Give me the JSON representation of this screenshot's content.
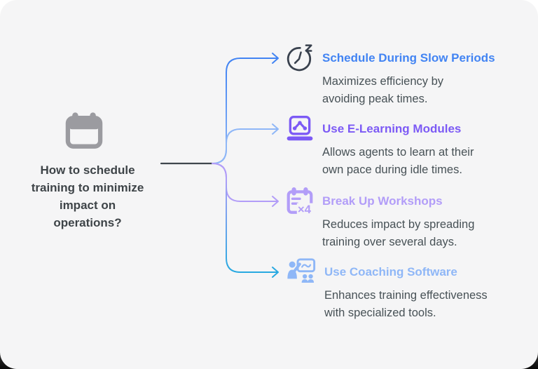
{
  "card": {
    "background": "#f5f5f6"
  },
  "root": {
    "icon": "calendar-icon",
    "icon_color": "#9b9ba0",
    "question": "How to schedule\ntraining to minimize\nimpact on\noperations?",
    "text_color": "#3e4448",
    "stem_color": "#3f464d"
  },
  "branches": [
    {
      "title": "Schedule During Slow Periods",
      "description": "Maximizes efficiency by\navoiding peak times.",
      "color": "#4284f3",
      "icon": "snooze-clock-icon",
      "icon_color": "#39414e",
      "line_color_start": "#8fb7f7",
      "line_color_end": "#4284f3",
      "arrow_color": "#4284f3"
    },
    {
      "title": "Use E-Learning Modules",
      "description": "Allows agents to learn at their\nown pace during idle times.",
      "color": "#7c5af5",
      "icon": "elearning-laptop-icon",
      "icon_color": "#7c5af5",
      "line_color": "#8fb7f7",
      "arrow_color": "#8fb7f7"
    },
    {
      "title": "Break Up Workshops",
      "description": "Reduces impact by spreading\ntraining over several days.",
      "color": "#b29df8",
      "icon": "calendar-x4-icon",
      "icon_color": "#b29df8",
      "line_color": "#b29df8",
      "arrow_color": "#b29df8"
    },
    {
      "title": "Use Coaching Software",
      "description": "Enhances training effectiveness\nwith specialized tools.",
      "color": "#8fb7f7",
      "icon": "coaching-icon",
      "icon_color": "#8fb7f7",
      "line_color_start": "#b29df8",
      "line_color_end": "#29a9e1",
      "arrow_color": "#29a9e1"
    }
  ],
  "description_text_color": "#475156"
}
